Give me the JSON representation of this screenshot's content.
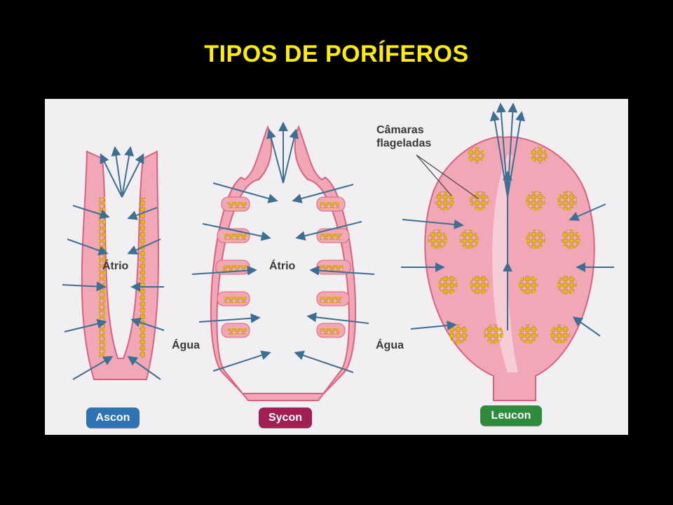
{
  "title": "TIPOS DE PORÍFEROS",
  "labels": {
    "atrio_ascon": "Átrio",
    "atrio_sycon": "Átrio",
    "agua_1": "Água",
    "agua_2": "Água",
    "camaras_line1": "Câmaras",
    "camaras_line2": "flageladas"
  },
  "types": [
    {
      "name": "Ascon",
      "color": "#2e73b4"
    },
    {
      "name": "Sycon",
      "color": "#a11f55"
    },
    {
      "name": "Leucon",
      "color": "#2f8c3c"
    }
  ],
  "colors": {
    "wall": "#f2a7b6",
    "wall_edge": "#d9637f",
    "cells": "#e9b21f",
    "arrows": "#3d6f93"
  }
}
